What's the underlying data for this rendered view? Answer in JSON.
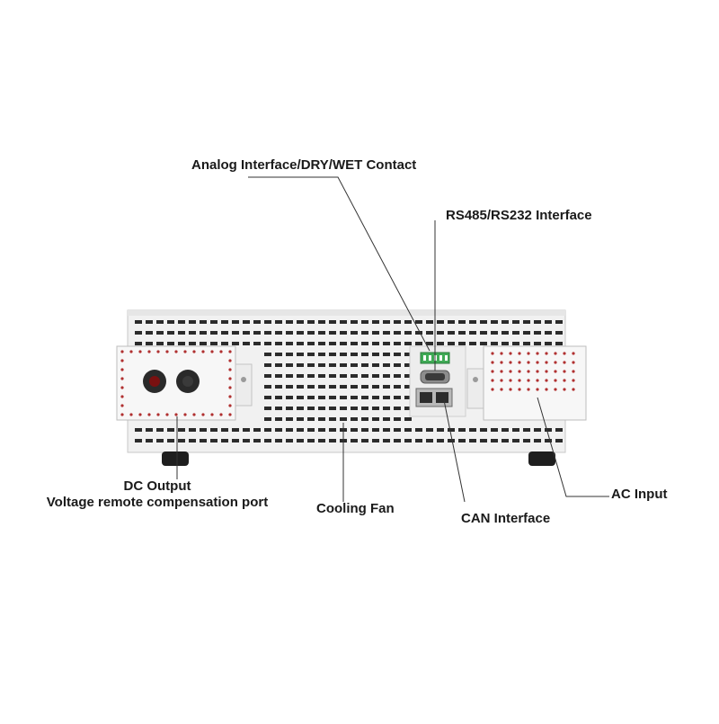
{
  "labels": {
    "analog": "Analog Interface/DRY/WET Contact",
    "rs485": "RS485/RS232 Interface",
    "dc_output": "DC Output",
    "voltage_comp": "Voltage remote compensation port",
    "cooling_fan": "Cooling Fan",
    "can": "CAN Interface",
    "ac_input": "AC Input"
  },
  "colors": {
    "chassis": "#f1f1f1",
    "panel": "#f7f7f7",
    "vent": "#2b2b2b",
    "connector_green": "#3faa55",
    "line": "#333333"
  }
}
